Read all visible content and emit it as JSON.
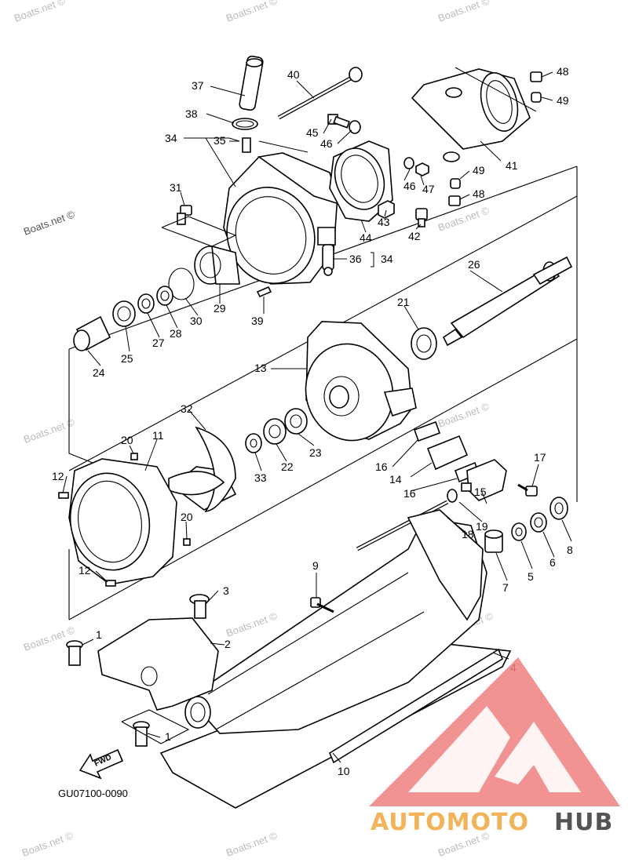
{
  "watermark": {
    "site_text": "Boats.net ©",
    "brand_left": "AUTOMOTO",
    "brand_right": "HUB",
    "colors": {
      "triangle": "#f08080",
      "brand_left": "#f2b35a",
      "brand_right": "#555555"
    }
  },
  "diagram": {
    "code": "GU07100-0090",
    "fwd_label": "FWD",
    "callouts": {
      "c1a": "1",
      "c1b": "1",
      "c2": "2",
      "c3": "3",
      "c4": "4",
      "c5": "5",
      "c6": "6",
      "c7": "7",
      "c8": "8",
      "c9": "9",
      "c10": "10",
      "c11": "11",
      "c12a": "12",
      "c12b": "12",
      "c13": "13",
      "c14": "14",
      "c15": "15",
      "c16a": "16",
      "c16b": "16",
      "c17": "17",
      "c18": "18",
      "c19": "19",
      "c20a": "20",
      "c20b": "20",
      "c21": "21",
      "c22": "22",
      "c23": "23",
      "c24": "24",
      "c25": "25",
      "c26": "26",
      "c27": "27",
      "c28": "28",
      "c29": "29",
      "c30": "30",
      "c31": "31",
      "c32": "32",
      "c33": "33",
      "c34a": "34",
      "c34b": "34",
      "c35": "35",
      "c36": "36",
      "c37": "37",
      "c38": "38",
      "c39": "39",
      "c40": "40",
      "c41": "41",
      "c42": "42",
      "c43": "43",
      "c44": "44",
      "c45": "45",
      "c46a": "46",
      "c46b": "46",
      "c47": "47",
      "c48a": "48",
      "c48b": "48",
      "c49a": "49",
      "c49b": "49"
    }
  }
}
